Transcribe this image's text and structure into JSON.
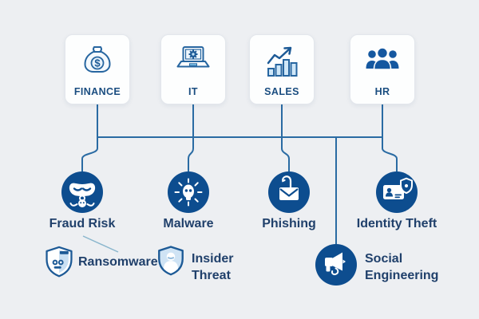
{
  "title": "department-cyber-risk-infographic",
  "colors": {
    "background": "#edeff2",
    "card_bg": "#fdfefe",
    "connector_line": "#2a6ba3",
    "diagonal_line": "#8ab6cd",
    "risk_circle": "#0d4d8f",
    "dept_label": "#1a4d80",
    "risk_label": "#20406b",
    "icon_stroke": "#2766a0",
    "icon_fill_light": "#cfe7f8"
  },
  "departments": [
    {
      "label": "FINANCE",
      "icon": "money-bag-icon"
    },
    {
      "label": "IT",
      "icon": "laptop-gear-icon"
    },
    {
      "label": "SALES",
      "icon": "bar-chart-growth-icon"
    },
    {
      "label": "HR",
      "icon": "people-group-icon"
    }
  ],
  "risks": [
    {
      "label": "Fraud Risk",
      "icon": "fraud-mask-icon"
    },
    {
      "label": "Malware",
      "icon": "malware-skull-icon"
    },
    {
      "label": "Phishing",
      "icon": "phishing-hook-email-icon"
    },
    {
      "label": "Identity Theft",
      "icon": "id-card-shield-icon"
    }
  ],
  "sub_risks": [
    {
      "label": "Ransomware",
      "icon": "ransomware-shield-icon"
    },
    {
      "line1": "Insider",
      "line2": "Threat",
      "icon": "insider-threat-shield-icon"
    },
    {
      "line1": "Social",
      "line2": "Engineering",
      "icon": "megaphone-hook-icon"
    }
  ]
}
